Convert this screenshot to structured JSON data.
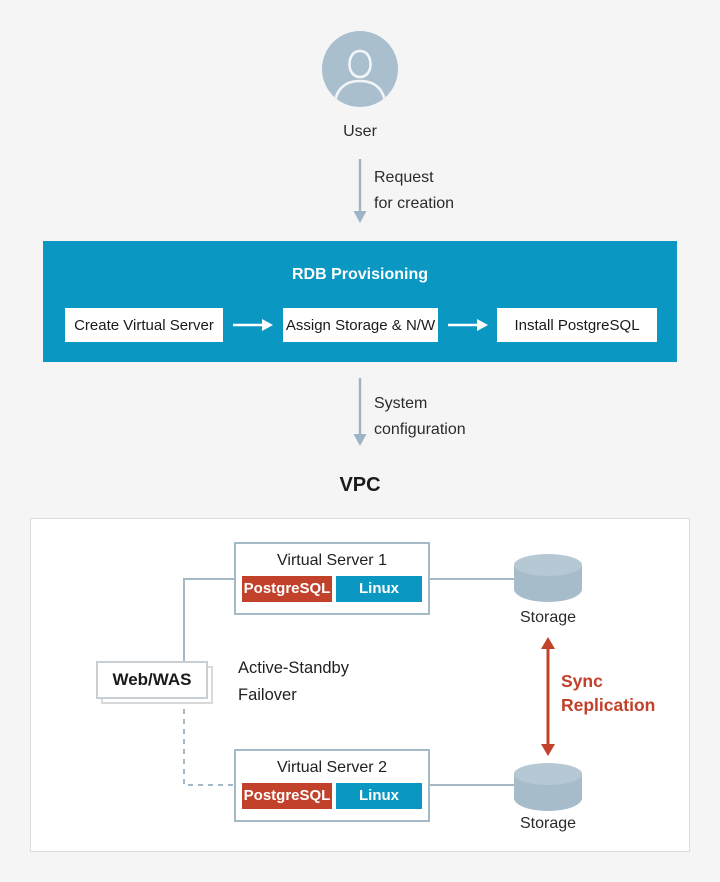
{
  "palette": {
    "teal": "#0a97c2",
    "red": "#c2412a",
    "steel_fill": "#a9bfce",
    "steel_line": "#a4b8c6",
    "panel_border": "#dcdcdc",
    "server_border": "#a4bac7",
    "background": "#f5f5f6"
  },
  "user": {
    "icon": "user-avatar-icon",
    "label": "User"
  },
  "request_arrow": {
    "icon": "down-arrow-icon",
    "line1": "Request",
    "line2": "for creation"
  },
  "rdb": {
    "title": "RDB Provisioning",
    "steps": [
      "Create Virtual Server",
      "Assign Storage & N/W",
      "Install PostgreSQL"
    ]
  },
  "system_arrow": {
    "icon": "down-arrow-icon",
    "line1": "System",
    "line2": "configuration"
  },
  "vpc": {
    "title": "VPC",
    "server1": {
      "name": "Virtual Server 1",
      "badge1": "PostgreSQL",
      "badge2": "Linux"
    },
    "server2": {
      "name": "Virtual Server 2",
      "badge1": "PostgreSQL",
      "badge2": "Linux"
    },
    "storage1": {
      "icon": "storage-cylinder-icon",
      "label": "Storage"
    },
    "storage2": {
      "icon": "storage-cylinder-icon",
      "label": "Storage"
    },
    "webwas": {
      "label": "Web/WAS"
    },
    "failover": {
      "line1": "Active-Standby",
      "line2": "Failover"
    },
    "sync": {
      "icon": "sync-double-arrow-icon",
      "line1": "Sync",
      "line2": "Replication",
      "color": "#c2412a"
    }
  }
}
